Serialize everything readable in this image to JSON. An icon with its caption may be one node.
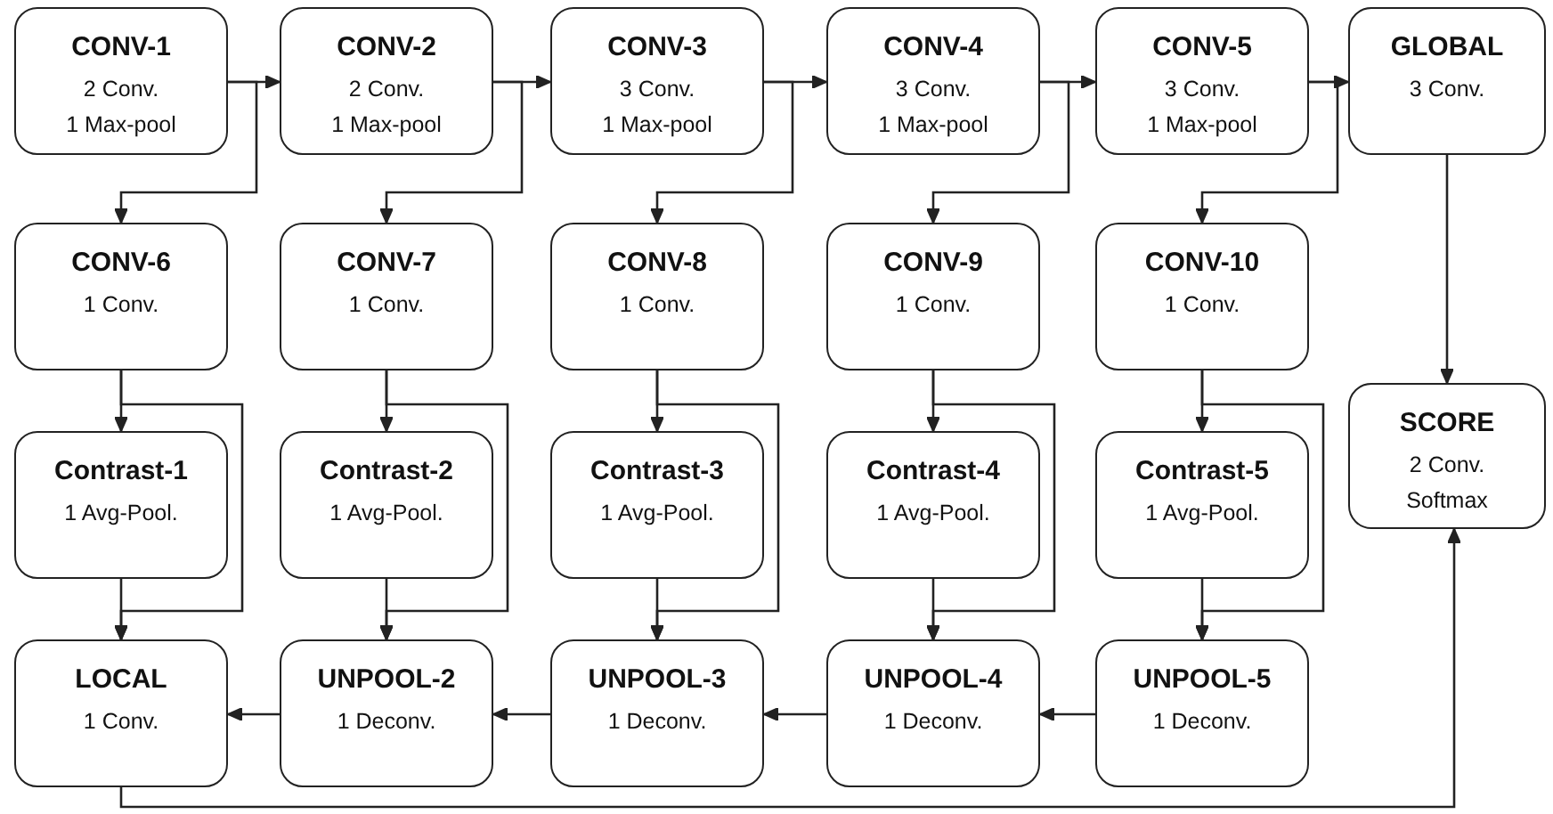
{
  "diagram": {
    "nodes": [
      {
        "text": [
          "CONV-1",
          "2 Conv.",
          "1 Max-pool"
        ]
      },
      {
        "text": [
          "CONV-2",
          "2 Conv.",
          "1 Max-pool"
        ]
      },
      {
        "text": [
          "CONV-3",
          "3 Conv.",
          "1 Max-pool"
        ]
      },
      {
        "text": [
          "CONV-4",
          "3 Conv.",
          "1 Max-pool"
        ]
      },
      {
        "text": [
          "CONV-5",
          "3 Conv.",
          "1 Max-pool"
        ]
      },
      {
        "text": [
          "GLOBAL",
          "3 Conv."
        ]
      },
      {
        "text": [
          "CONV-6",
          "1 Conv."
        ]
      },
      {
        "text": [
          "CONV-7",
          "1 Conv."
        ]
      },
      {
        "text": [
          "CONV-8",
          "1 Conv."
        ]
      },
      {
        "text": [
          "CONV-9",
          "1 Conv."
        ]
      },
      {
        "text": [
          "CONV-10",
          "1 Conv."
        ]
      },
      {
        "text": [
          "SCORE",
          "2 Conv.",
          "Softmax"
        ]
      },
      {
        "text": [
          "Contrast-1",
          "1 Avg-Pool."
        ]
      },
      {
        "text": [
          "Contrast-2",
          "1 Avg-Pool."
        ]
      },
      {
        "text": [
          "Contrast-3",
          "1 Avg-Pool."
        ]
      },
      {
        "text": [
          "Contrast-4",
          "1 Avg-Pool."
        ]
      },
      {
        "text": [
          "Contrast-5",
          "1 Avg-Pool."
        ]
      },
      {
        "text": [
          "LOCAL",
          "1 Conv."
        ]
      },
      {
        "text": [
          "UNPOOL-2",
          "1 Deconv."
        ]
      },
      {
        "text": [
          "UNPOOL-3",
          "1 Deconv."
        ]
      },
      {
        "text": [
          "UNPOOL-4",
          "1 Deconv."
        ]
      },
      {
        "text": [
          "UNPOOL-5",
          "1 Deconv."
        ]
      }
    ],
    "edges": [
      {
        "from": 0,
        "to": 1,
        "arrow": "to"
      },
      {
        "from": 1,
        "to": 2,
        "arrow": "to"
      },
      {
        "from": 2,
        "to": 3,
        "arrow": "to"
      },
      {
        "from": 3,
        "to": 4,
        "arrow": "to"
      },
      {
        "from": 4,
        "to": 5,
        "arrow": "to"
      },
      {
        "from": 0,
        "to": 6,
        "arrow": "to"
      },
      {
        "from": 1,
        "to": 7,
        "arrow": "to"
      },
      {
        "from": 2,
        "to": 8,
        "arrow": "to"
      },
      {
        "from": 3,
        "to": 9,
        "arrow": "to"
      },
      {
        "from": 4,
        "to": 10,
        "arrow": "to"
      },
      {
        "from": 5,
        "to": 11,
        "arrow": "to"
      },
      {
        "from": 6,
        "to": 12,
        "arrow": "to"
      },
      {
        "from": 7,
        "to": 13,
        "arrow": "to"
      },
      {
        "from": 8,
        "to": 14,
        "arrow": "to"
      },
      {
        "from": 9,
        "to": 15,
        "arrow": "to"
      },
      {
        "from": 10,
        "to": 16,
        "arrow": "to"
      },
      {
        "from": 6,
        "to": 17,
        "arrow": "to"
      },
      {
        "from": 7,
        "to": 18,
        "arrow": "to"
      },
      {
        "from": 8,
        "to": 19,
        "arrow": "to"
      },
      {
        "from": 9,
        "to": 20,
        "arrow": "to"
      },
      {
        "from": 10,
        "to": 21,
        "arrow": "to"
      },
      {
        "from": 12,
        "to": 17,
        "arrow": "to"
      },
      {
        "from": 13,
        "to": 18,
        "arrow": "to"
      },
      {
        "from": 14,
        "to": 19,
        "arrow": "to"
      },
      {
        "from": 15,
        "to": 20,
        "arrow": "to"
      },
      {
        "from": 16,
        "to": 21,
        "arrow": "to"
      },
      {
        "from": 21,
        "to": 20,
        "arrow": "to"
      },
      {
        "from": 20,
        "to": 19,
        "arrow": "to"
      },
      {
        "from": 19,
        "to": 18,
        "arrow": "to"
      },
      {
        "from": 18,
        "to": 17,
        "arrow": "to"
      },
      {
        "from": 17,
        "to": 11,
        "arrow": "to"
      }
    ]
  }
}
